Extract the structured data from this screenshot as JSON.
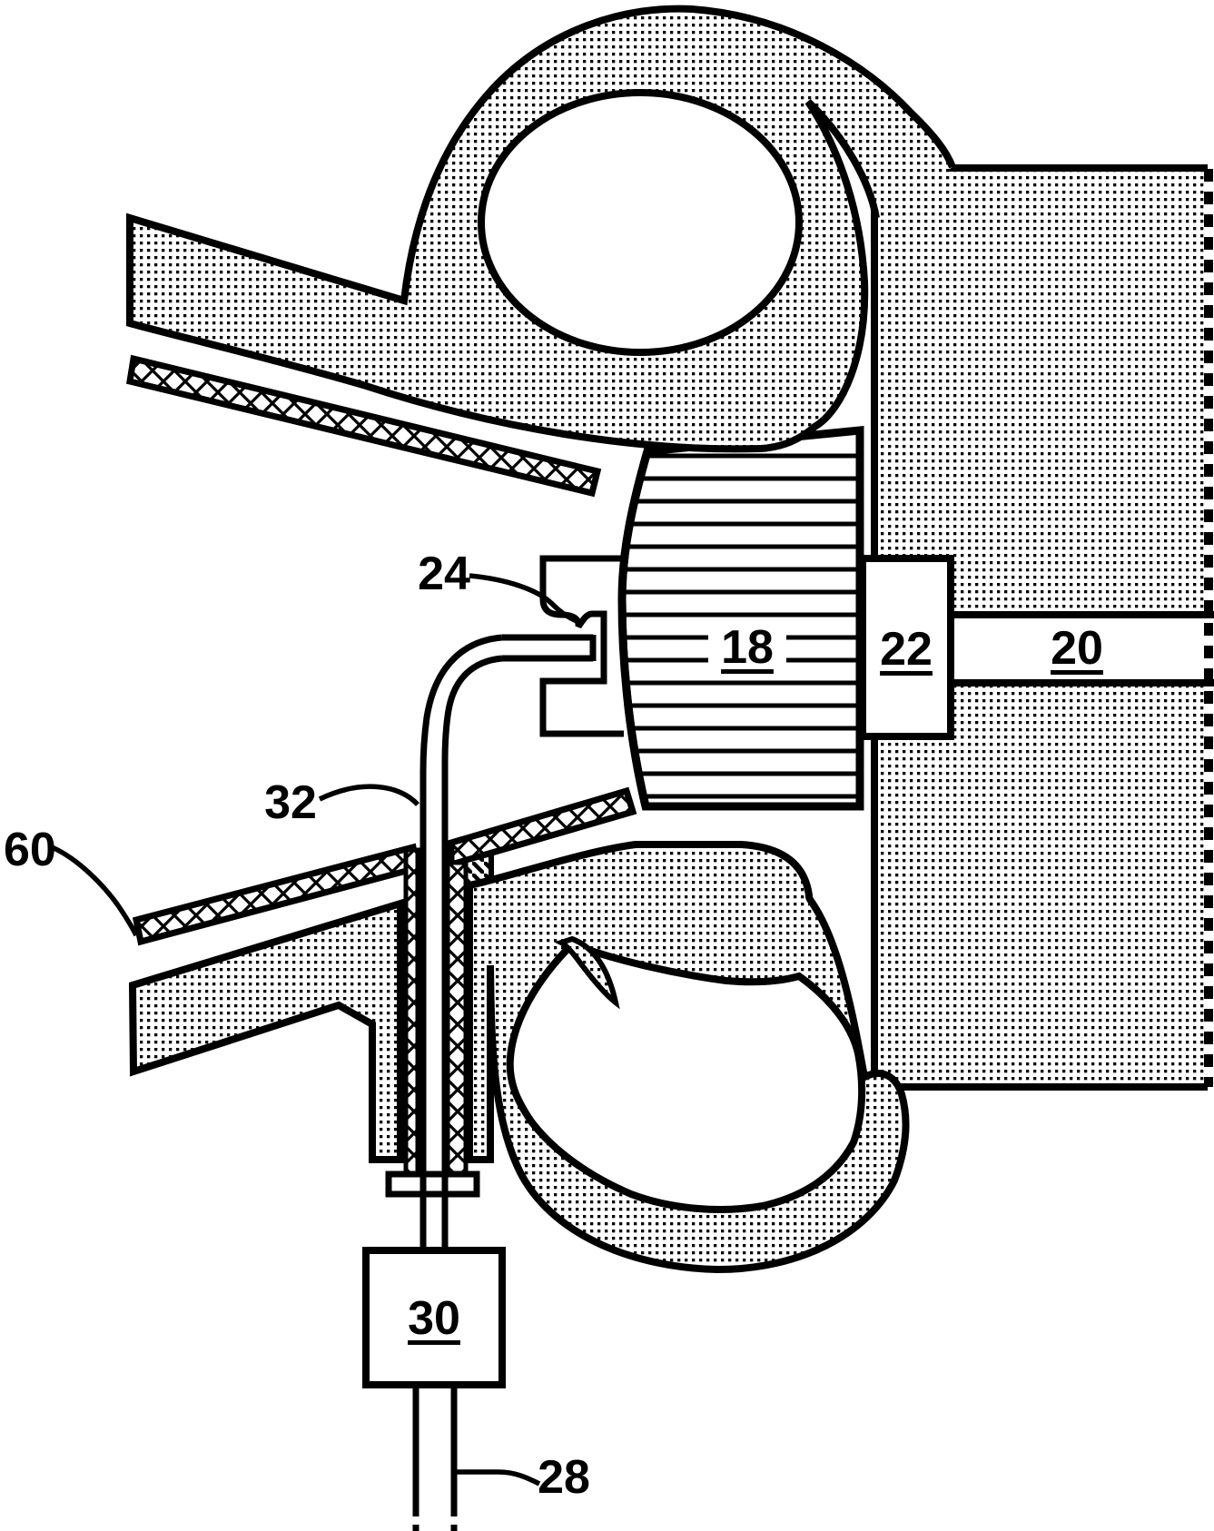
{
  "figure": {
    "kind": "patent-cross-section-drawing",
    "colors": {
      "ink": "#000000",
      "paper": "#ffffff"
    },
    "reference_labels": {
      "n18": {
        "text": "18",
        "underlined": true
      },
      "n20": {
        "text": "20",
        "underlined": true
      },
      "n22": {
        "text": "22",
        "underlined": true
      },
      "n24": {
        "text": "24",
        "underlined": false
      },
      "n28": {
        "text": "28",
        "underlined": false
      },
      "n30": {
        "text": "30",
        "underlined": true
      },
      "n32": {
        "text": "32",
        "underlined": false
      },
      "n60": {
        "text": "60",
        "underlined": false
      }
    }
  }
}
